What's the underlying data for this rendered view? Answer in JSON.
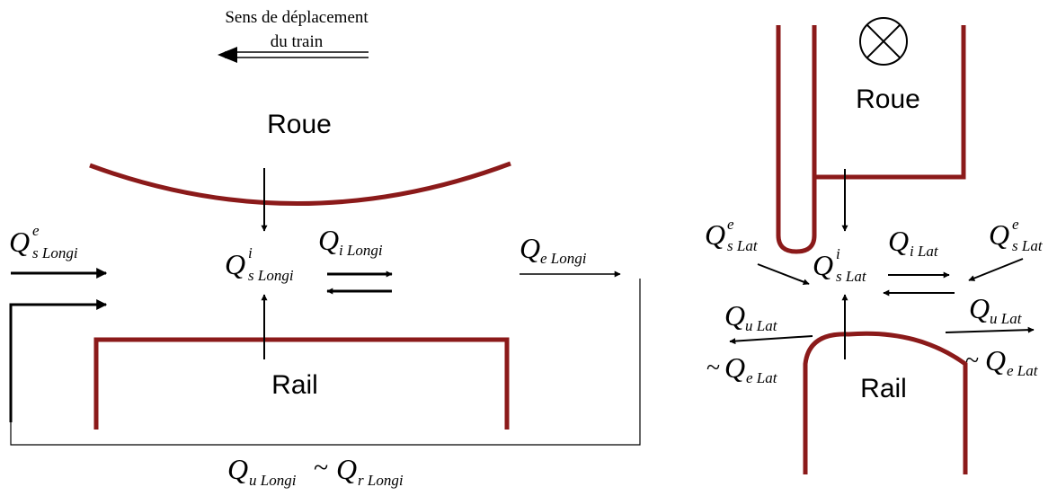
{
  "colors": {
    "structure": "#8b1a1a",
    "arrows": "#000000"
  },
  "icons": {
    "direction": "circle-cross-icon"
  },
  "left": {
    "direction_line1": "Sens de déplacement",
    "direction_line2": "du train",
    "wheel_label": "Roue",
    "rail_label": "Rail",
    "q_se": {
      "base": "Q",
      "sup": "e",
      "sub": "s Longi"
    },
    "q_si": {
      "base": "Q",
      "sup": "i",
      "sub": "s Longi"
    },
    "q_i": {
      "base": "Q",
      "sub": "i Longi"
    },
    "q_e": {
      "base": "Q",
      "sub": "e Longi"
    },
    "q_u": {
      "base": "Q",
      "sub": "u Longi"
    },
    "tilde": "~",
    "q_r": {
      "base": "Q",
      "sub": "r Longi"
    }
  },
  "right": {
    "wheel_label": "Roue",
    "rail_label": "Rail",
    "q_se_left": {
      "base": "Q",
      "sup": "e",
      "sub": "s Lat"
    },
    "q_si": {
      "base": "Q",
      "sup": "i",
      "sub": "s Lat"
    },
    "q_i": {
      "base": "Q",
      "sub": "i Lat"
    },
    "q_se_right": {
      "base": "Q",
      "sup": "e",
      "sub": "s Lat"
    },
    "q_u_left": {
      "base": "Q",
      "sub": "u Lat"
    },
    "q_e_left": {
      "tilde": "~",
      "base": "Q",
      "sub": "e Lat"
    },
    "q_u_right": {
      "base": "Q",
      "sub": "u Lat"
    },
    "q_e_right": {
      "tilde": "~",
      "base": "Q",
      "sub": "e Lat"
    }
  }
}
